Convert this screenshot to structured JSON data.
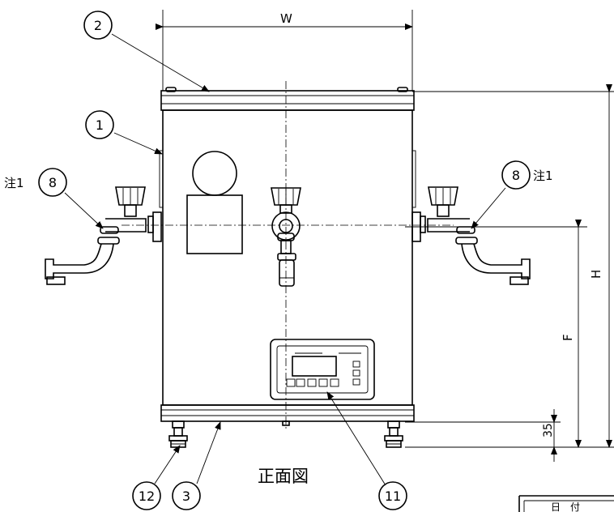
{
  "drawing": {
    "view_title": "正面図",
    "dimensions": {
      "width": "W",
      "height": "H",
      "faucet_height": "F",
      "foot_height": "35"
    },
    "callouts": [
      {
        "number": "2",
        "note": ""
      },
      {
        "number": "1",
        "note": ""
      },
      {
        "number": "8",
        "note": "注1"
      },
      {
        "number": "8",
        "note": "注1"
      },
      {
        "number": "12",
        "note": ""
      },
      {
        "number": "3",
        "note": ""
      },
      {
        "number": "11",
        "note": ""
      }
    ],
    "title_block": {
      "date_label": "日　付"
    }
  }
}
